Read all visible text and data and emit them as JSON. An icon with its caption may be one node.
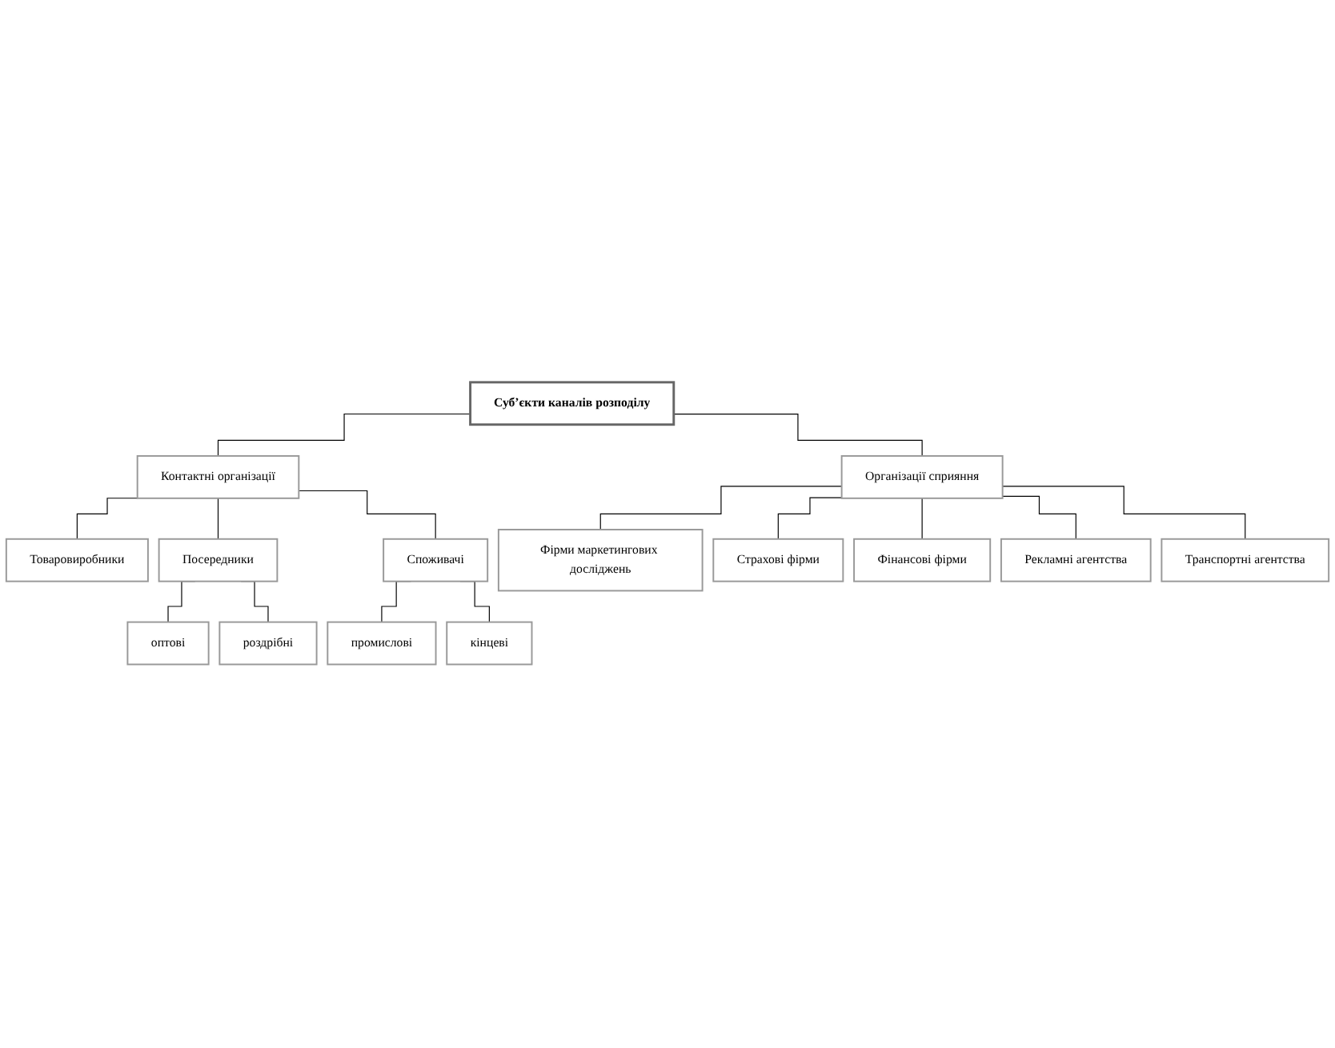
{
  "diagram": {
    "nodes": [
      {
        "text": [
          "Суб’єкти каналів розподілу"
        ]
      },
      {
        "text": [
          "Контактні організації"
        ]
      },
      {
        "text": [
          "Організації сприяння"
        ]
      },
      {
        "text": [
          "Товаровиробники"
        ]
      },
      {
        "text": [
          "Посередники"
        ]
      },
      {
        "text": [
          "Споживачі"
        ]
      },
      {
        "text": [
          "оптові"
        ]
      },
      {
        "text": [
          "роздрібні"
        ]
      },
      {
        "text": [
          "промислові"
        ]
      },
      {
        "text": [
          "кінцеві"
        ]
      },
      {
        "text": [
          "Фірми маркетингових досліджень"
        ]
      },
      {
        "text": [
          "Страхові фірми"
        ]
      },
      {
        "text": [
          "Фінансові фірми"
        ]
      },
      {
        "text": [
          "Рекламні агентства"
        ]
      },
      {
        "text": [
          "Транспортні агентства"
        ]
      }
    ],
    "edges": [
      {
        "from": 0,
        "to": 1,
        "arrow": "none"
      },
      {
        "from": 0,
        "to": 2,
        "arrow": "none"
      },
      {
        "from": 1,
        "to": 3,
        "arrow": "none"
      },
      {
        "from": 1,
        "to": 4,
        "arrow": "none"
      },
      {
        "from": 1,
        "to": 5,
        "arrow": "none"
      },
      {
        "from": 4,
        "to": 6,
        "arrow": "none"
      },
      {
        "from": 4,
        "to": 7,
        "arrow": "none"
      },
      {
        "from": 5,
        "to": 8,
        "arrow": "none"
      },
      {
        "from": 5,
        "to": 9,
        "arrow": "none"
      },
      {
        "from": 2,
        "to": 10,
        "arrow": "none"
      },
      {
        "from": 2,
        "to": 11,
        "arrow": "none"
      },
      {
        "from": 2,
        "to": 12,
        "arrow": "none"
      },
      {
        "from": 2,
        "to": 13,
        "arrow": "none"
      },
      {
        "from": 2,
        "to": 14,
        "arrow": "none"
      }
    ]
  }
}
